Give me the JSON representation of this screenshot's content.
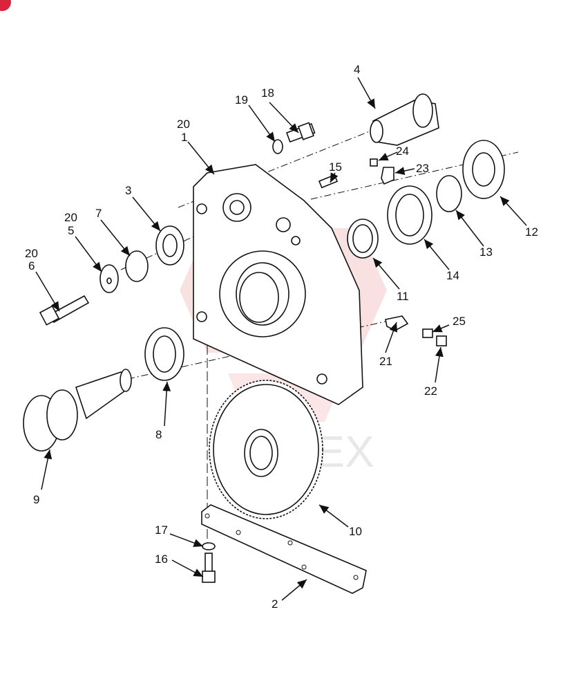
{
  "watermark": {
    "text": "MINTEX",
    "color": "#f4c9c9"
  },
  "badge": {
    "color": "#d9243b"
  },
  "callouts": {
    "c1": "1",
    "c2": "2",
    "c3": "3",
    "c4": "4",
    "c5": "5",
    "c6": "6",
    "c7": "7",
    "c8": "8",
    "c9": "9",
    "c10": "10",
    "c11": "11",
    "c12": "12",
    "c13": "13",
    "c14": "14",
    "c15": "15",
    "c16": "16",
    "c17": "17",
    "c18": "18",
    "c19": "19",
    "c20a": "20",
    "c20b": "20",
    "c20c": "20",
    "c21": "21",
    "c22": "22",
    "c23": "23",
    "c24": "24",
    "c25": "25"
  }
}
